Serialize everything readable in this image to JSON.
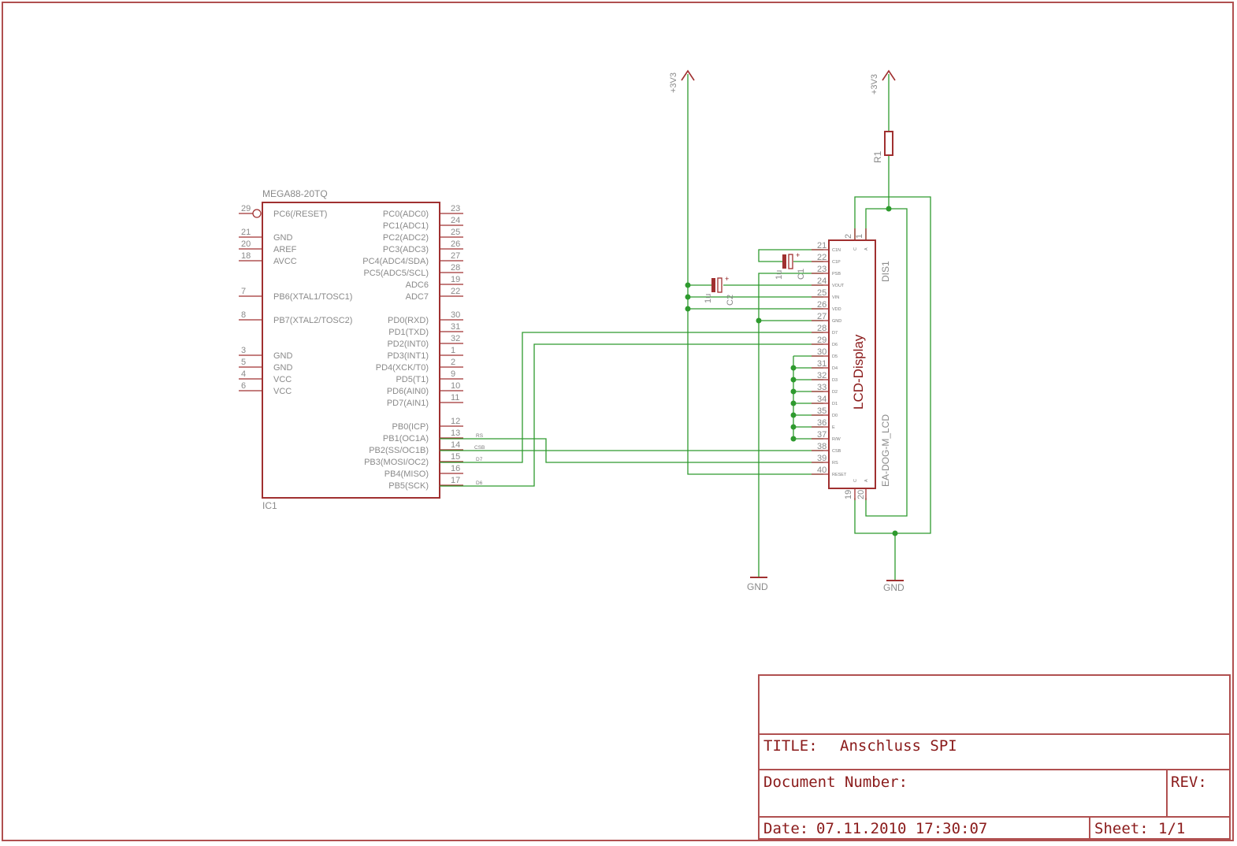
{
  "ic1": {
    "value": "MEGA88-20TQ",
    "name": "IC1",
    "left_pins": [
      {
        "num": "29",
        "name": "PC6(/RESET)"
      },
      {
        "num": "21",
        "name": "GND"
      },
      {
        "num": "20",
        "name": "AREF"
      },
      {
        "num": "18",
        "name": "AVCC"
      },
      {
        "num": "7",
        "name": "PB6(XTAL1/TOSC1)"
      },
      {
        "num": "8",
        "name": "PB7(XTAL2/TOSC2)"
      },
      {
        "num": "3",
        "name": "GND"
      },
      {
        "num": "5",
        "name": "GND"
      },
      {
        "num": "4",
        "name": "VCC"
      },
      {
        "num": "6",
        "name": "VCC"
      }
    ],
    "right_pins": [
      {
        "num": "23",
        "name": "PC0(ADC0)"
      },
      {
        "num": "24",
        "name": "PC1(ADC1)"
      },
      {
        "num": "25",
        "name": "PC2(ADC2)"
      },
      {
        "num": "26",
        "name": "PC3(ADC3)"
      },
      {
        "num": "27",
        "name": "PC4(ADC4/SDA)"
      },
      {
        "num": "28",
        "name": "PC5(ADC5/SCL)"
      },
      {
        "num": "19",
        "name": "ADC6"
      },
      {
        "num": "22",
        "name": "ADC7"
      },
      {
        "num": "30",
        "name": "PD0(RXD)"
      },
      {
        "num": "31",
        "name": "PD1(TXD)"
      },
      {
        "num": "32",
        "name": "PD2(INT0)"
      },
      {
        "num": "1",
        "name": "PD3(INT1)"
      },
      {
        "num": "2",
        "name": "PD4(XCK/T0)"
      },
      {
        "num": "9",
        "name": "PD5(T1)"
      },
      {
        "num": "10",
        "name": "PD6(AIN0)"
      },
      {
        "num": "11",
        "name": "PD7(AIN1)"
      },
      {
        "num": "12",
        "name": "PB0(ICP)"
      },
      {
        "num": "13",
        "name": "PB1(OC1A)"
      },
      {
        "num": "14",
        "name": "PB2(SS/OC1B)"
      },
      {
        "num": "15",
        "name": "PB3(MOSI/OC2)"
      },
      {
        "num": "16",
        "name": "PB4(MISO)"
      },
      {
        "num": "17",
        "name": "PB5(SCK)"
      }
    ]
  },
  "net_labels": [
    "RS",
    "CSB",
    "D7",
    "D6"
  ],
  "lcd": {
    "title": "LCD-Display",
    "name": "DIS1",
    "value": "EA-DOG-M_LCD",
    "pin_numbers": [
      "21",
      "22",
      "23",
      "24",
      "25",
      "26",
      "27",
      "28",
      "29",
      "30",
      "31",
      "32",
      "33",
      "34",
      "35",
      "36",
      "37",
      "38",
      "39",
      "40"
    ],
    "pin_names": [
      "C1N",
      "C1P",
      "PSB",
      "VOUT",
      "VIN",
      "VDD",
      "GND",
      "D7",
      "D6",
      "D5",
      "D4",
      "D3",
      "D2",
      "D1",
      "D0",
      "E",
      "R/W",
      "CSB",
      "RS",
      "RESET"
    ],
    "top_pins": [
      {
        "num": "2",
        "name": "C"
      },
      {
        "num": "1",
        "name": "A"
      }
    ],
    "bottom_pins": [
      {
        "num": "19",
        "name": "C"
      },
      {
        "num": "20",
        "name": "A"
      }
    ]
  },
  "components": {
    "c1_name": "C1",
    "c1_value": "1u",
    "c2_name": "C2",
    "c2_value": "1u",
    "r1_name": "R1",
    "plus": "+"
  },
  "supplies": {
    "v1": "+3V3",
    "v2": "+3V3",
    "gnd1": "GND",
    "gnd2": "GND"
  },
  "title_block": {
    "title_label": "TITLE:",
    "title_value": "Anschluss SPI",
    "doc_label": "Document Number:",
    "rev_label": "REV:",
    "date_label": "Date:",
    "date_value": "07.11.2010 17:30:07",
    "sheet_label": "Sheet:",
    "sheet_value": "1/1"
  }
}
